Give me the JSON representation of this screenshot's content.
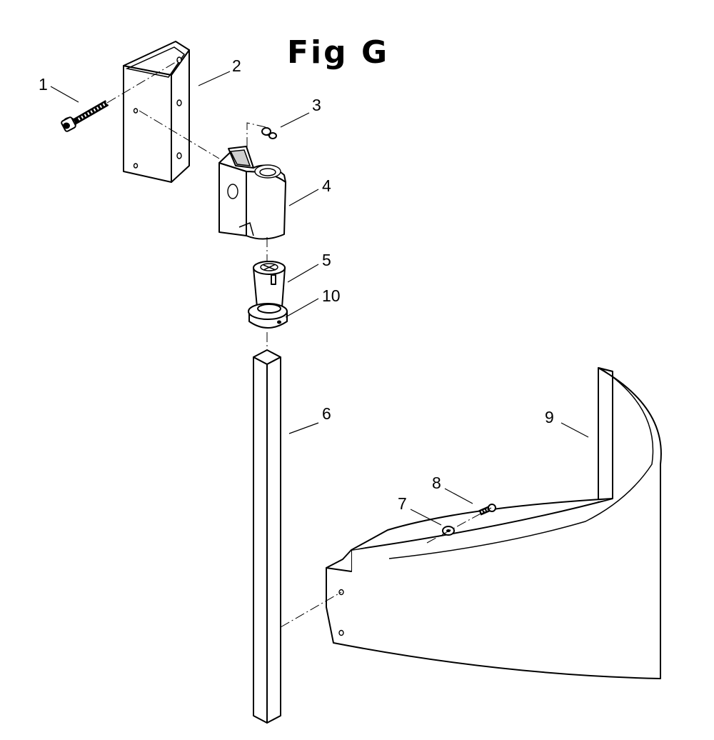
{
  "figure": {
    "title": "Fig G"
  },
  "callouts": {
    "c1": "1",
    "c2": "2",
    "c3": "3",
    "c4": "4",
    "c5": "5",
    "c6": "6",
    "c7": "7",
    "c8": "8",
    "c9": "9",
    "c10": "10"
  }
}
